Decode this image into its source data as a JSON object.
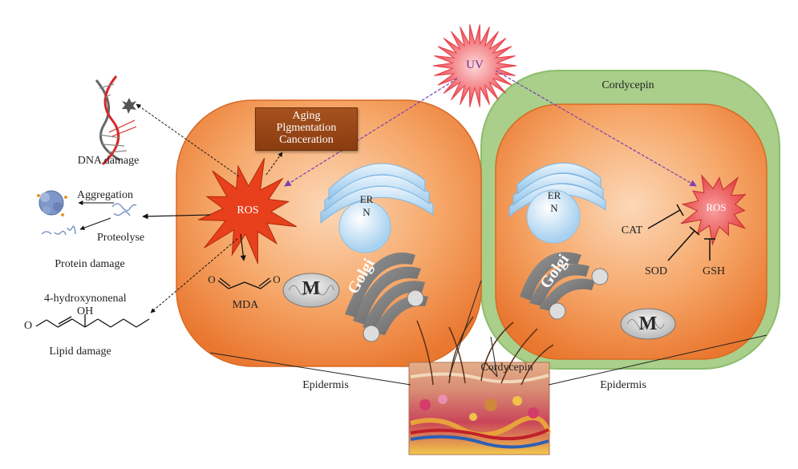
{
  "uv": {
    "label": "UV",
    "color": "#e8424a"
  },
  "left_cell": {
    "ros_label": "ROS",
    "effects": [
      "Aging",
      "Plgmentation",
      "Canceration"
    ],
    "er_label": [
      "ER",
      "N"
    ],
    "mda_label": "MDA",
    "mito_label": "M",
    "golgi_label": "Golgi",
    "epidermis_label": "Epidermis",
    "membrane_color": "#e87a2e"
  },
  "right_cell": {
    "outer_label": "Cordycepin",
    "ros_label": "ROS",
    "er_label": [
      "ER",
      "N"
    ],
    "mito_label": "M",
    "golgi_label": "Golgi",
    "antioxidants": [
      "CAT",
      "SOD",
      "GSH"
    ],
    "epidermis_label": "Epidermis",
    "coat_color": "#a9cf8a"
  },
  "skin": {
    "label": "Cordycepin"
  },
  "damage": {
    "dna": "DNA damage",
    "protein": {
      "aggregation": "Aggregation",
      "proteolyse": "Proteolyse",
      "label": "Protein damage"
    },
    "lipid": {
      "compound": "4-hydroxynonenal",
      "oh": "OH",
      "o": "O",
      "label": "Lipid damage"
    },
    "mda_o": "O"
  }
}
